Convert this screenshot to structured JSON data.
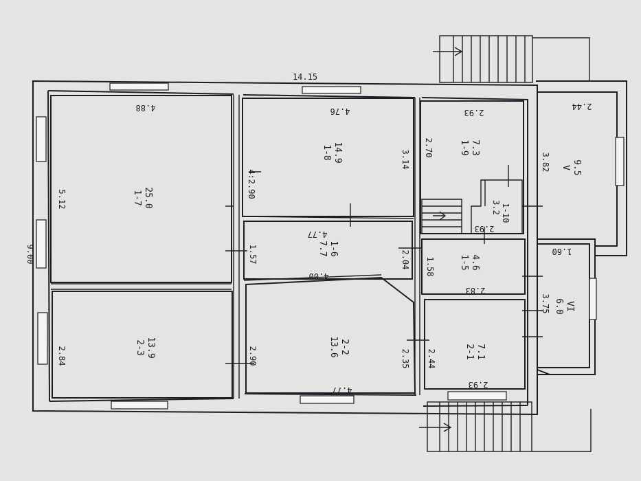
{
  "overall": {
    "length": "14.15",
    "width": "9.00"
  },
  "rooms": [
    {
      "id": "1-7",
      "area": "25.0",
      "top_dim": "4.88",
      "side_dim": "5.12"
    },
    {
      "id": "2-3",
      "area": "13.9",
      "side_dim": "2.84"
    },
    {
      "id": "1-8",
      "area": "14.9",
      "top_dim": "4.76",
      "left_dim": "3.14",
      "right_dim": "4:2.90"
    },
    {
      "id": "1-6",
      "area": "7.7",
      "top_dim": "4.77",
      "bottom_dim": "4.00",
      "left_dim": "2.04",
      "right_dim": "1.57"
    },
    {
      "id": "2-2",
      "area": "13.6",
      "bottom_dim": "4.77",
      "left_dim": "2.35",
      "right_dim": "2.90"
    },
    {
      "id": "1-9",
      "area": "7.3",
      "top_dim": "2.93",
      "side_dim": "2.70"
    },
    {
      "id": "1-10",
      "area": "3.2",
      "bottom_dim": "2.93"
    },
    {
      "id": "1-5",
      "area": "4.6",
      "bottom_dim": "2.83",
      "side_dim": "1.58"
    },
    {
      "id": "2-1",
      "area": "7.1",
      "bottom_dim": "2.93",
      "side_dim": "2.44"
    },
    {
      "id": "V",
      "area": "9.5",
      "top_dim": "2.44",
      "side_dim": "3.82"
    },
    {
      "id": "VI",
      "area": "6.0",
      "top_dim": "1.60",
      "side_dim": "3.75"
    }
  ],
  "colors": {
    "ink": "#1d1d24",
    "paper": "#e4e4e2"
  }
}
